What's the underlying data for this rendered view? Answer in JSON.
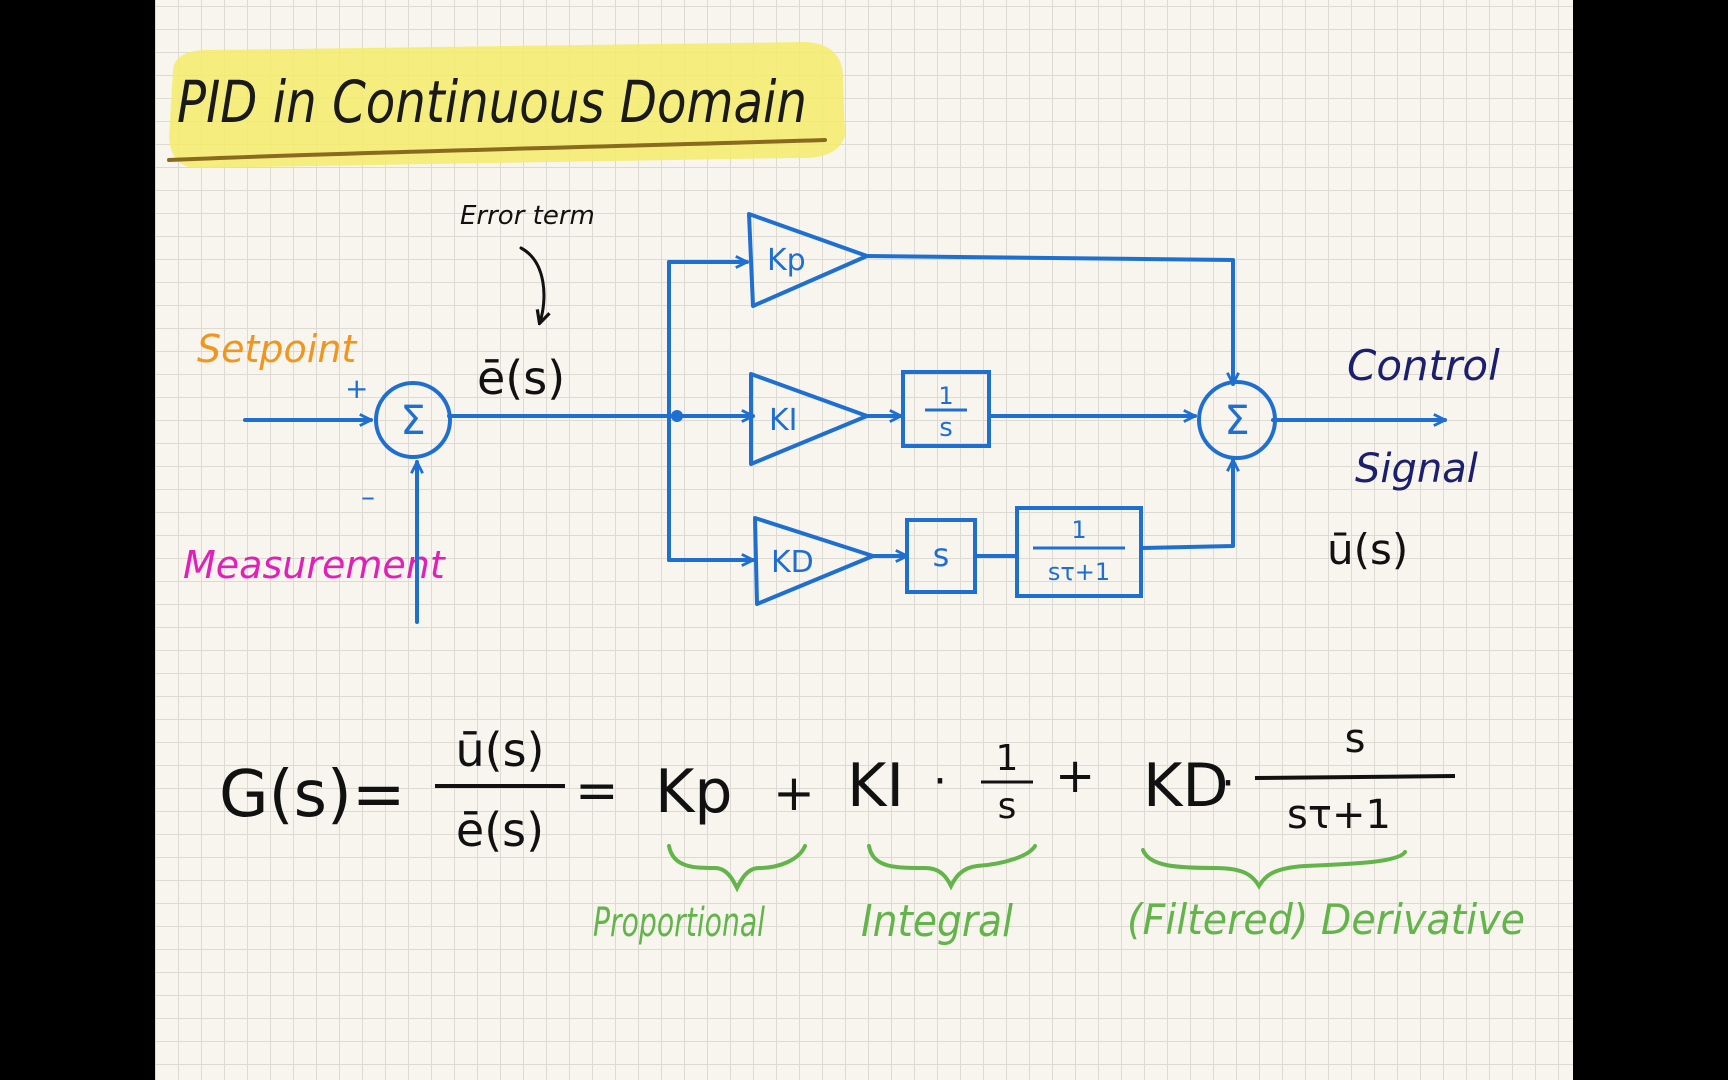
{
  "title": "PID in Continuous Domain",
  "annotations": {
    "error_term": "Error term",
    "setpoint": "Setpoint",
    "measurement": "Measurement",
    "plus": "+",
    "minus": "–",
    "error_signal": "ē(s)",
    "control": "Control",
    "signal": "Signal",
    "output_signal": "ū(s)"
  },
  "blocks": {
    "sum": "Σ",
    "kp": "Kp",
    "ki": "KI",
    "kd": "KD",
    "integrator_num": "1",
    "integrator_den": "s",
    "derivative": "s",
    "filter_num": "1",
    "filter_den": "sτ+1"
  },
  "equation": {
    "lhs": "G(s)=",
    "frac_num": "ū(s)",
    "frac_den": "ē(s)",
    "equals": "=",
    "kp": "Kp",
    "plus": "+",
    "ki": "KI",
    "dot": "·",
    "int_num": "1",
    "int_den": "s",
    "kd": "KD",
    "der_num": "s",
    "der_den": "sτ+1"
  },
  "term_labels": {
    "proportional": "Proportional",
    "integral": "Integral",
    "derivative": "(Filtered) Derivative"
  },
  "colors": {
    "background": "#f7f5ee",
    "grid": "#dcdad2",
    "highlight": "#f4ec6a",
    "title_ink": "#1a1a1a",
    "underline": "#8a6a1e",
    "diagram_blue": "#1f6fd1",
    "setpoint": "#f0961e",
    "measurement": "#e020b8",
    "control_navy": "#1c1f6e",
    "ink": "#111111",
    "green": "#63b44a"
  }
}
